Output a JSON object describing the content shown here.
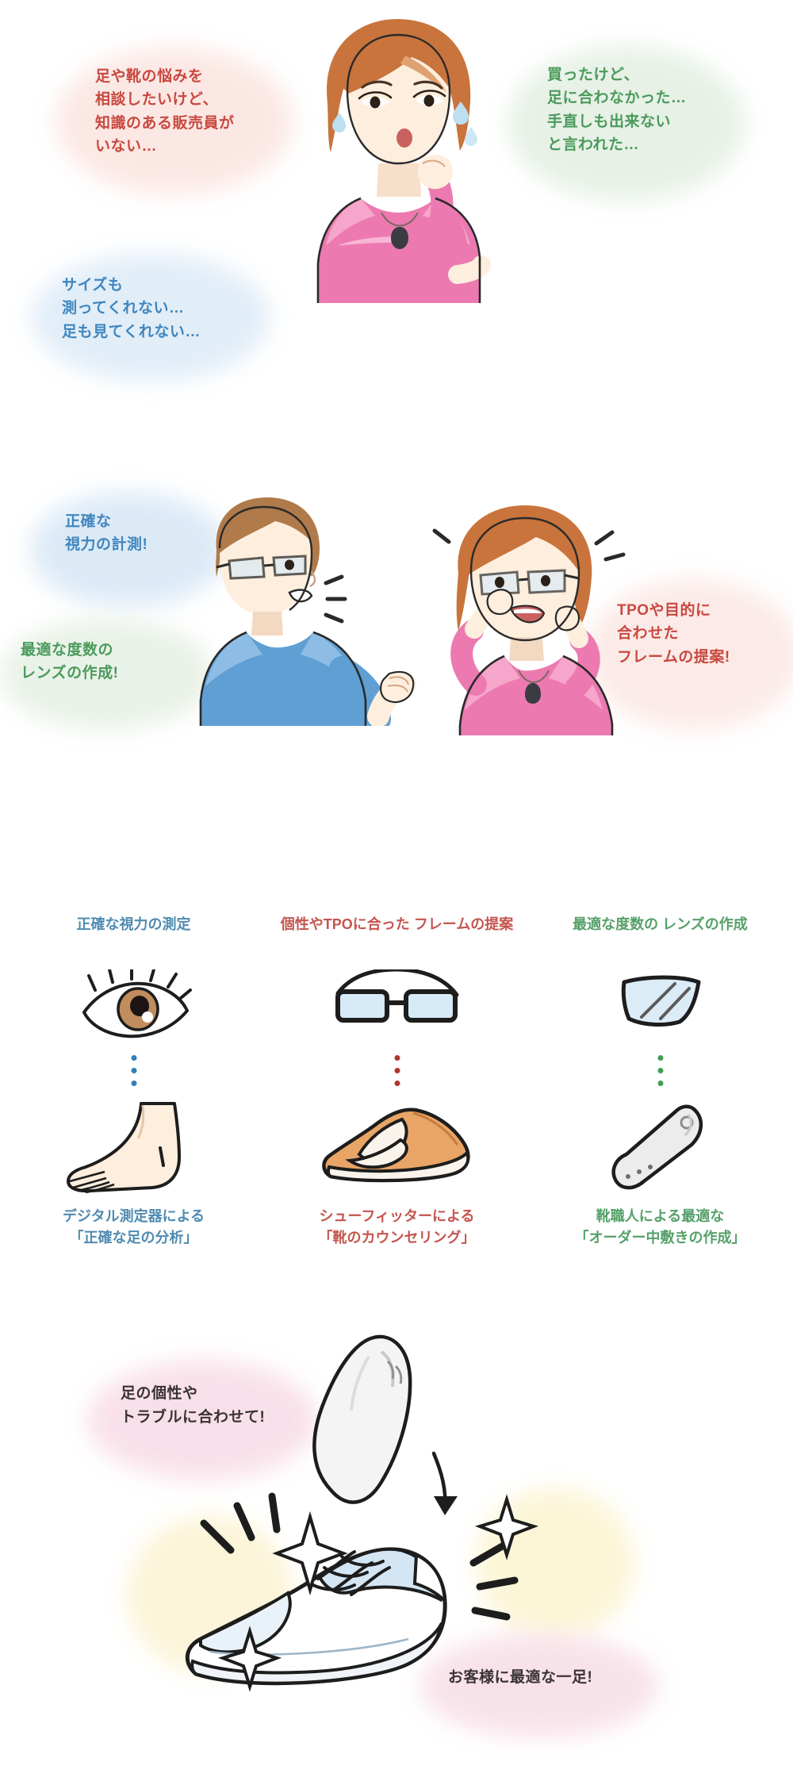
{
  "page": {
    "title": "足と靴のトータルケア案内",
    "background": "#ffffff"
  },
  "colors": {
    "red": "#c9483f",
    "green": "#4a9a5c",
    "blue": "#3f86bf",
    "dark": "#3a3333",
    "blob_red": "#fbe4e0",
    "blob_green": "#e3efe2",
    "blob_blue": "#dceaf6",
    "blob_pink": "#f8dde8",
    "blob_yellow": "#fbf2cf",
    "dot_blue": "#2f7fb5",
    "dot_red": "#b0352f",
    "dot_green": "#3f9e55"
  },
  "section1": {
    "name": "customer-problems",
    "illustration": "worried-woman-illustration",
    "bubbles": [
      {
        "id": "problem-staff",
        "color": "red",
        "text": "足や靴の悩みを\n相談したいけど、\n知識のある販売員が\nいない…"
      },
      {
        "id": "problem-fit",
        "color": "green",
        "text": "買ったけど、\n足に合わなかった…\n手直しも出来ない\nと言われた…"
      },
      {
        "id": "problem-measure",
        "color": "blue",
        "text": "サイズも\n測ってくれない…\n足も見てくれない…"
      }
    ]
  },
  "section2": {
    "name": "optician-service-analogy",
    "illustration": "optician-and-customer-illustration",
    "bubbles": [
      {
        "id": "benefit-vision-test",
        "color": "blue",
        "text": "正確な\n視力の計測!"
      },
      {
        "id": "benefit-lens",
        "color": "green",
        "text": "最適な度数の\nレンズの作成!"
      },
      {
        "id": "benefit-frame",
        "color": "red",
        "text": "TPOや目的に\n合わせた\nフレームの提案!"
      }
    ]
  },
  "section3": {
    "name": "service-mapping-grid",
    "columns": [
      {
        "id": "column-measurement",
        "color": "blue",
        "head": "正確な視力の測定",
        "icon_top": "eye-icon",
        "icon_bottom": "foot-icon",
        "connector": "dotted-connector",
        "foot": "デジタル測定器による\n「正確な足の分析」"
      },
      {
        "id": "column-frame-shoe",
        "color": "red",
        "head": "個性やTPOに合った\nフレームの提案",
        "icon_top": "eyeglasses-icon",
        "icon_bottom": "shoe-icon",
        "connector": "dotted-connector",
        "foot": "シューフィッターによる\n「靴のカウンセリング」"
      },
      {
        "id": "column-lens-insole",
        "color": "green",
        "head": "最適な度数の\nレンズの作成",
        "icon_top": "lens-icon",
        "icon_bottom": "insole-icon",
        "connector": "dotted-connector",
        "foot": "靴職人による最適な\n「オーダー中敷きの作成」"
      }
    ]
  },
  "section4": {
    "name": "custom-insole-result",
    "illustration": "sneaker-with-insole-illustration",
    "captions": [
      {
        "id": "caption-personalized",
        "color": "dark",
        "text": "足の個性や\nトラブルに合わせて!"
      },
      {
        "id": "caption-best-pair",
        "color": "dark",
        "text": "お客様に最適な一足!"
      }
    ]
  }
}
